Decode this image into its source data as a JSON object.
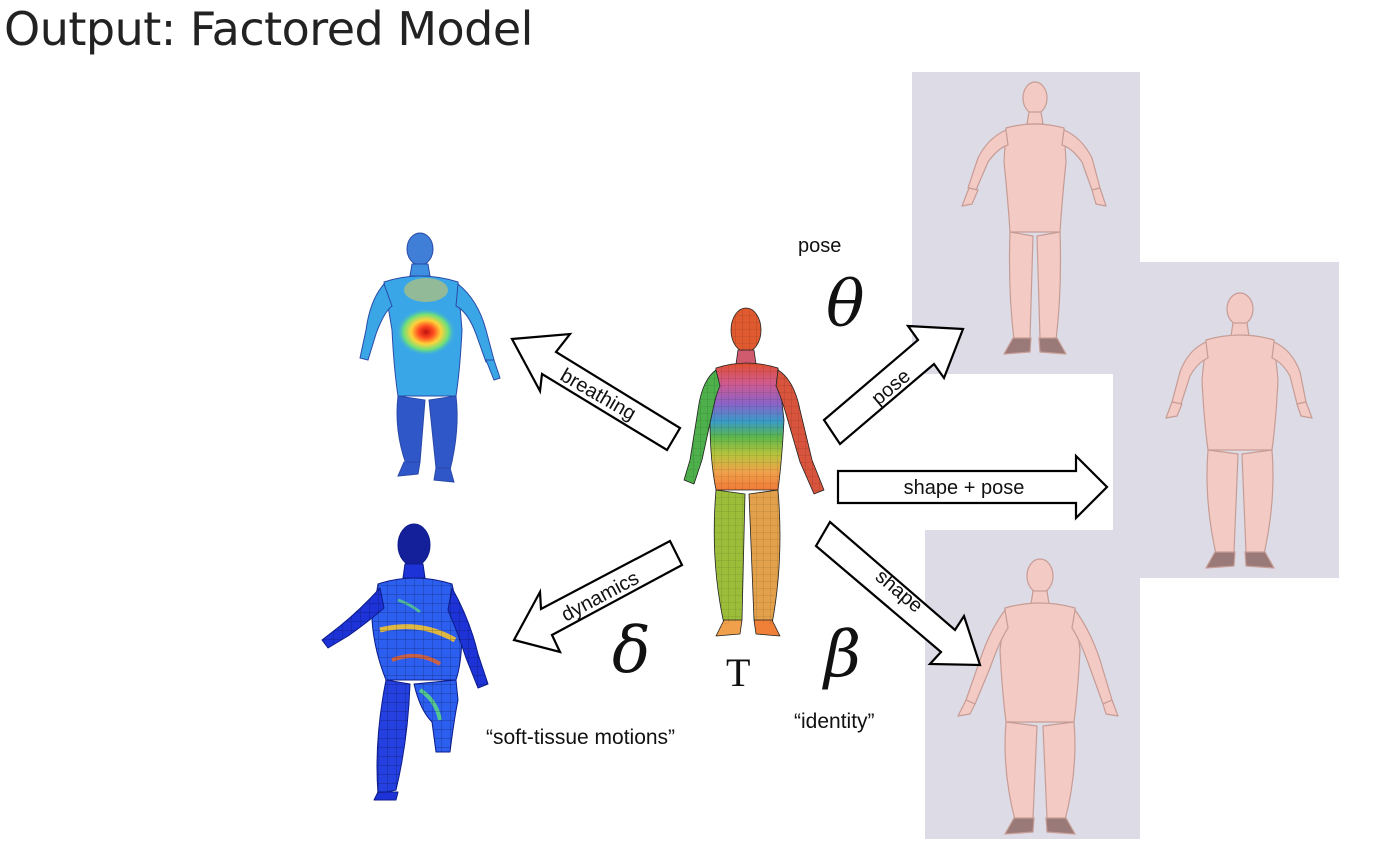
{
  "title": "Output: Factored Model",
  "labels": {
    "pose_word": "pose",
    "theta": "θ",
    "delta": "δ",
    "beta": "β",
    "template": "T",
    "soft_tissue": "“soft-tissue motions”",
    "identity": "“identity”"
  },
  "arrows": {
    "breathing": "breathing",
    "dynamics": "dynamics",
    "pose": "pose",
    "shape_pose": "shape + pose",
    "shape": "shape"
  },
  "colors": {
    "panel_bg": "#dcdbe6",
    "skin": "#f3cbc4",
    "skin_edge": "#c79c95",
    "heat_blue": "#2f57c8",
    "dyn_blue": "#1d33d8"
  }
}
